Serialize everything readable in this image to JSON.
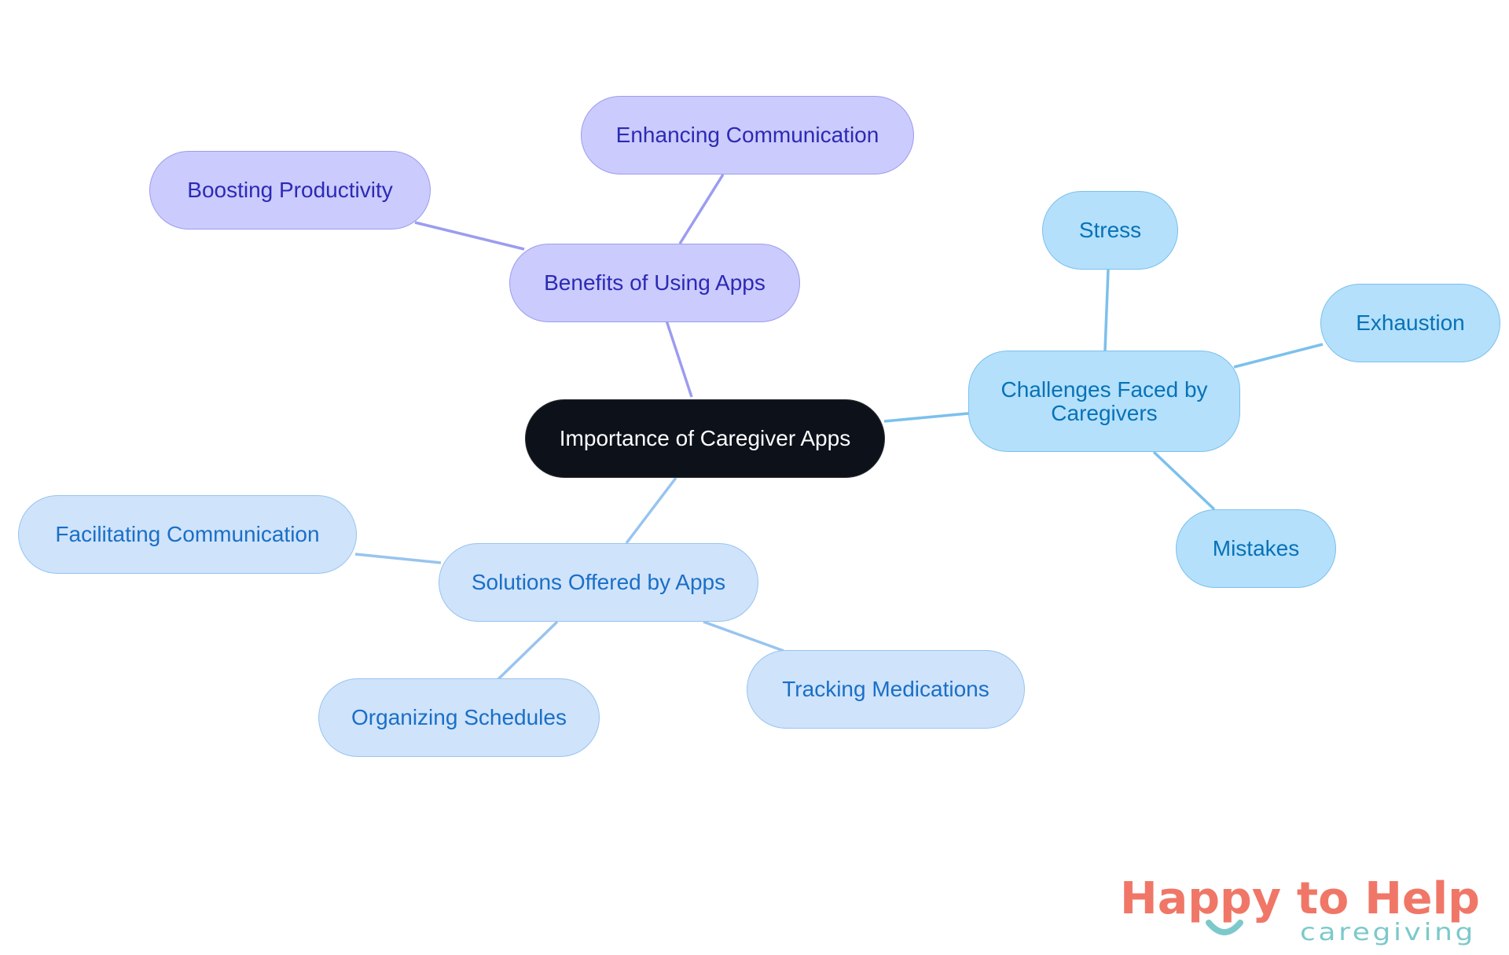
{
  "mindmap": {
    "center": "Importance of Caregiver Apps",
    "branches": [
      {
        "label": "Benefits of Using Apps",
        "children": [
          "Enhancing Communication",
          "Boosting Productivity"
        ]
      },
      {
        "label": "Challenges Faced by Caregivers",
        "children": [
          "Stress",
          "Exhaustion",
          "Mistakes"
        ]
      },
      {
        "label": "Solutions Offered by Apps",
        "children": [
          "Facilitating Communication",
          "Organizing Schedules",
          "Tracking Medications"
        ]
      }
    ]
  },
  "logo": {
    "name": "Happy to Help",
    "tagline": "caregiving"
  },
  "colors": {
    "center_fill": "#0c111a",
    "benefits_fill": "#cbcbfd",
    "benefits_text": "#2c2ab4",
    "benefits_edge": "#9c9cf0",
    "challenges_fill": "#b4e0fc",
    "challenges_text": "#0872b6",
    "challenges_edge": "#7cc0ec",
    "solutions_fill": "#cfe3fb",
    "solutions_text": "#1a6fc6",
    "solutions_edge": "#98c4ef",
    "logo_coral": "#f07767",
    "logo_teal": "#7cc9cb"
  }
}
